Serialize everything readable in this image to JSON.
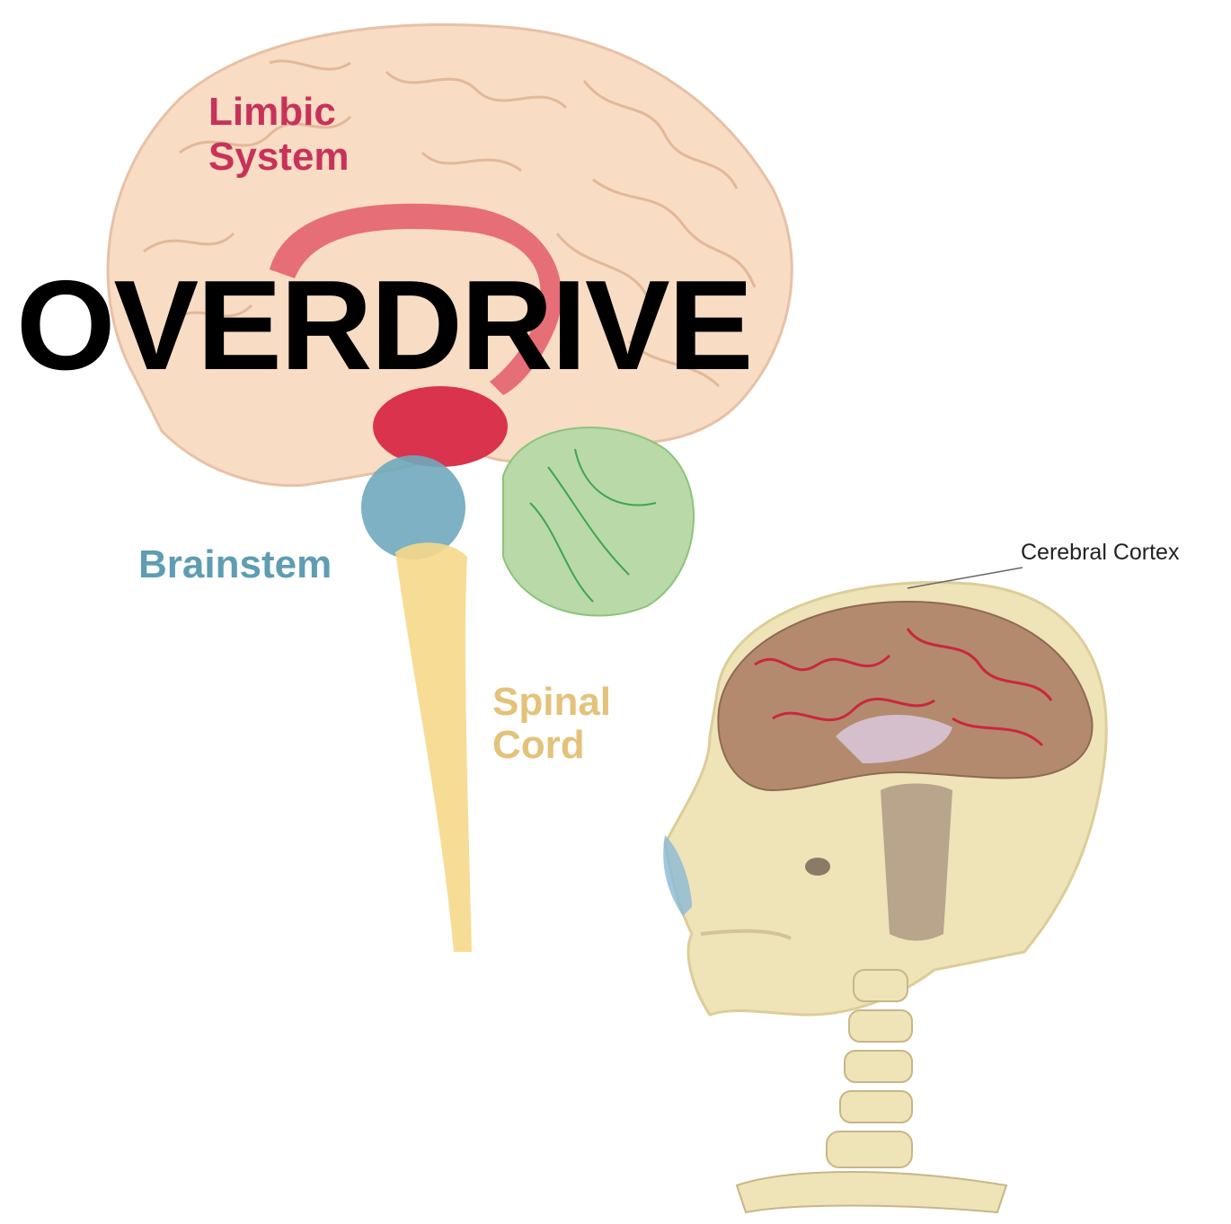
{
  "title": "OVERDRIVE",
  "labels": {
    "limbic_line1": "Limbic",
    "limbic_line2": "System",
    "brainstem": "Brainstem",
    "spinal_line1": "Spinal",
    "spinal_line2": "Cord",
    "cerebral_cortex": "Cerebral Cortex"
  },
  "colors": {
    "background": "#ffffff",
    "title": "#000000",
    "limbic": "#c8325a",
    "brainstem": "#5e9db2",
    "spinal": "#e3c27a",
    "cortex_label": "#222222",
    "brain_tissue": "#f8dcc4",
    "limbic_structure": "#d9334d",
    "cerebellum": "#b9d9a8",
    "skull": "#efe3b8"
  }
}
